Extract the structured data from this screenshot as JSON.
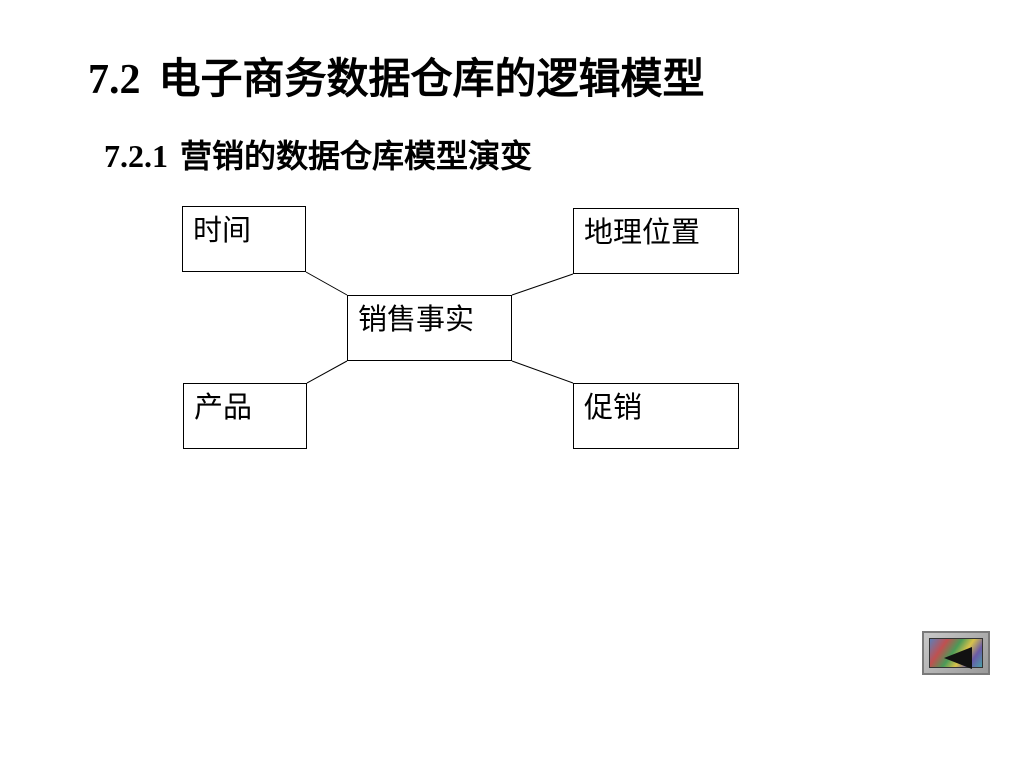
{
  "header": {
    "title_number": "7.2",
    "title_text": "电子商务数据仓库的逻辑模型",
    "subtitle_number": "7.2.1",
    "subtitle_text": "营销的数据仓库模型演变"
  },
  "diagram": {
    "center": "销售事实",
    "dimensions": {
      "time": "时间",
      "geography": "地理位置",
      "product": "产品",
      "promotion": "促销"
    }
  },
  "nav": {
    "icon": "back-arrow-icon"
  }
}
